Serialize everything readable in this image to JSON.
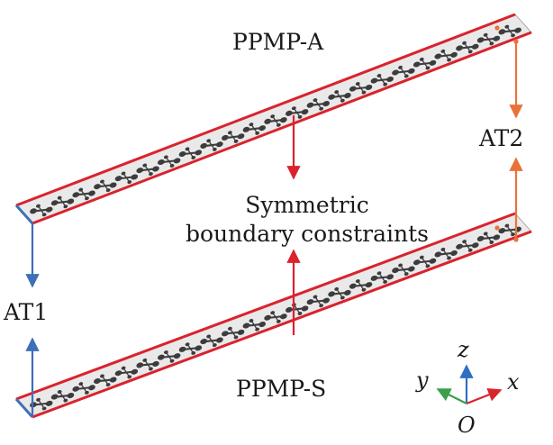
{
  "title": "Paired plate-type metamaterial panels with symmetric boundary constraints",
  "panels": {
    "top": {
      "label": "PPMP-A"
    },
    "bottom": {
      "label": "PPMP-S"
    }
  },
  "annotations": {
    "at1": "AT1",
    "at2": "AT2",
    "symmetric_line1": "Symmetric",
    "symmetric_line2": "boundary constraints"
  },
  "axes": {
    "x": "x",
    "y": "y",
    "z": "z",
    "origin": "O"
  },
  "colors": {
    "edge_red": "#d9232d",
    "arrow_blue": "#3f6fb8",
    "arrow_orange": "#e8733a",
    "axis_green": "#3aa04a",
    "axis_blue": "#2f6fc0",
    "plate_fill": "#e9e9e9",
    "cell": "#3c3c3c"
  },
  "unit_cells_per_panel": 23
}
